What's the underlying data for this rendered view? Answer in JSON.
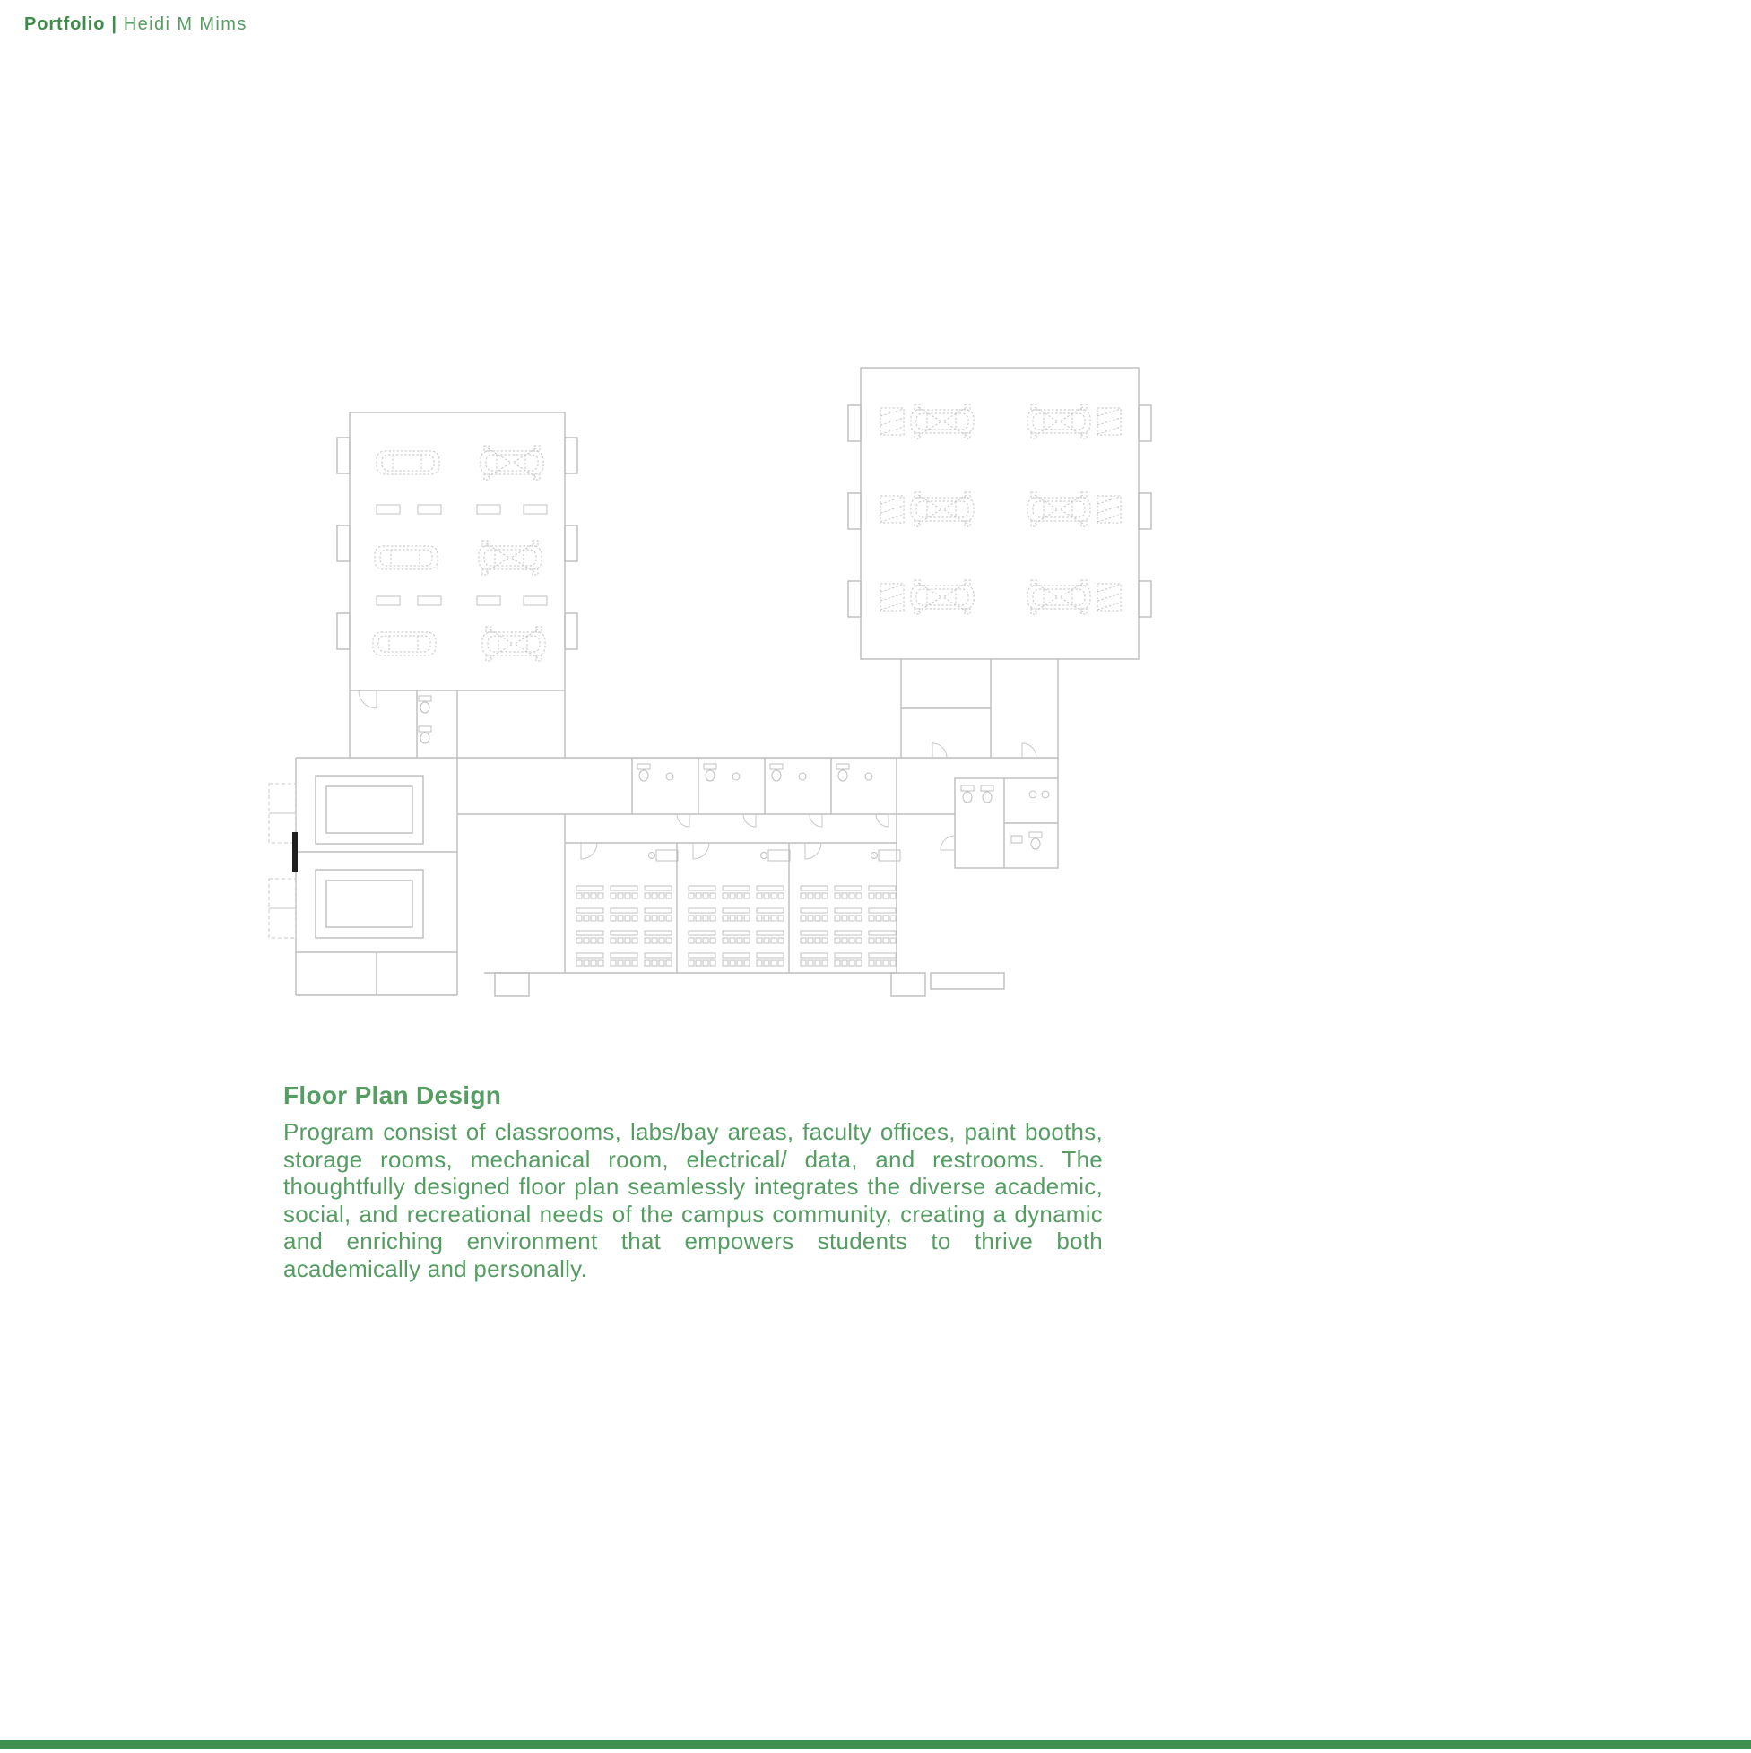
{
  "header": {
    "brand": "Portfolio",
    "separator": "|",
    "author": "Heidi M Mims"
  },
  "caption": {
    "title": "Floor Plan Design",
    "body": "Program consist of classrooms, labs/bay areas, faculty offices, paint booths, storage rooms, mechanical room, electrical/ data, and restrooms. The thoughtfully designed floor plan seamlessly integrates the diverse academic, social, and recreational needs of the campus community, creating a dynamic and enriching environment that empowers students to thrive both academically and personally."
  },
  "colors": {
    "accent_green": "#569d63",
    "brand_green": "#3e8c4a",
    "footer_green": "#3f8f4f",
    "plan_line": "#bdbdbd"
  }
}
